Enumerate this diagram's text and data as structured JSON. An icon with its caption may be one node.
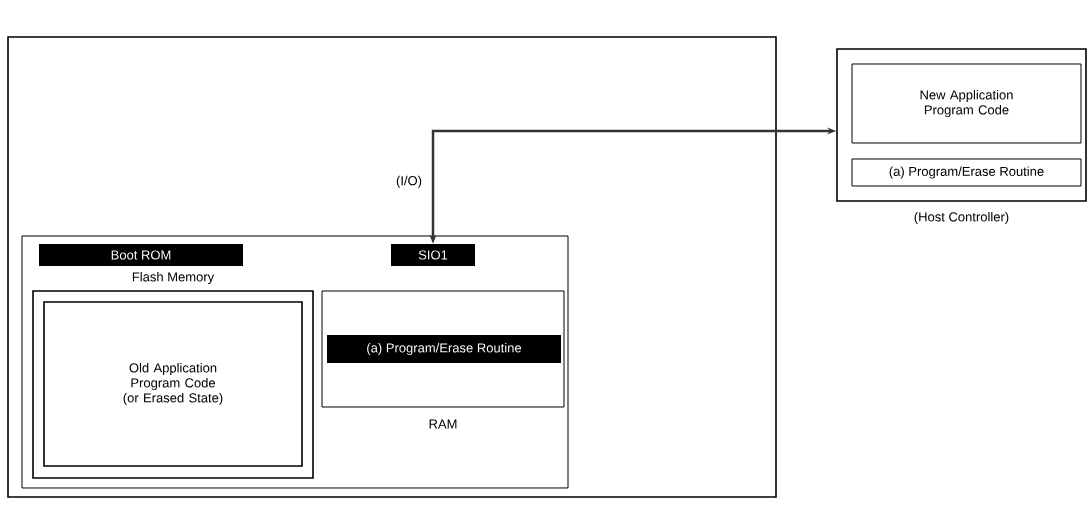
{
  "diagram": {
    "nodes": [
      {
        "text": [],
        "shape": "box"
      },
      {
        "text": [],
        "shape": "box",
        "in": 0
      },
      {
        "text": [
          "Boot ROM"
        ],
        "in": 1
      },
      {
        "text": [
          "SIO1"
        ],
        "in": 1
      },
      {
        "text": [
          "Flash Memory"
        ],
        "in": 1
      },
      {
        "text": [
          "Old Application Program Code (or Erased State)"
        ],
        "in": 4
      },
      {
        "text": [
          "RAM"
        ],
        "in": 1
      },
      {
        "text": [
          "(a) Program/Erase Routine"
        ],
        "in": 6
      },
      {
        "text": [
          "(Host Controller)"
        ]
      },
      {
        "text": [
          "New Application Program Code"
        ],
        "in": 8
      },
      {
        "text": [
          "(a) Program/Erase Routine"
        ],
        "in": 8
      }
    ],
    "edges": [
      {
        "from": 3,
        "to": 8,
        "arrow": "both",
        "label": "(I/O)"
      }
    ]
  }
}
